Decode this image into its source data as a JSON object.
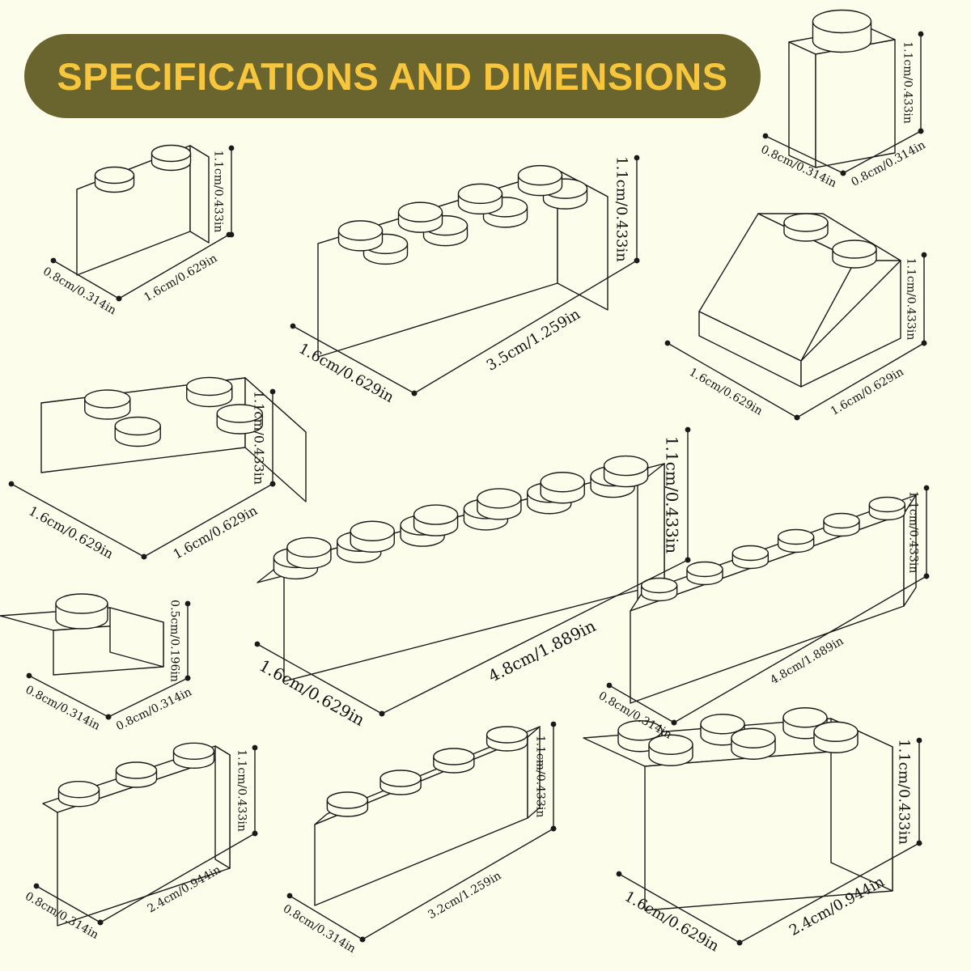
{
  "title": "SPECIFICATIONS AND DIMENSIONS",
  "colors": {
    "background": "#fdfdec",
    "banner": "#6a652e",
    "title": "#f7c63c",
    "line": "#1a1a1a"
  },
  "bricks": [
    {
      "id": "brick-1x2",
      "studs": "1x2",
      "dims": [
        "0.8cm/0.314in",
        "1.6cm/0.629in",
        "1.1cm/0.433in"
      ]
    },
    {
      "id": "brick-2x4",
      "studs": "2x4",
      "dims": [
        "1.6cm/0.629in",
        "3.5cm/1.259in",
        "1.1cm/0.433in"
      ]
    },
    {
      "id": "brick-1x1",
      "studs": "1x1",
      "dims": [
        "0.8cm/0.314in",
        "0.8cm/0.314in",
        "1.1cm/0.433in"
      ]
    },
    {
      "id": "slope-2x2",
      "studs": "2x2 slope",
      "dims": [
        "1.6cm/0.629in",
        "1.6cm/0.629in",
        "1.1cm/0.433in"
      ]
    },
    {
      "id": "brick-2x2",
      "studs": "2x2",
      "dims": [
        "1.6cm/0.629in",
        "1.6cm/0.629in",
        "1.1cm/0.433in"
      ]
    },
    {
      "id": "brick-2x6",
      "studs": "2x6",
      "dims": [
        "1.6cm/0.629in",
        "4.8cm/1.889in",
        "1.1cm/0.433in"
      ]
    },
    {
      "id": "brick-1x6",
      "studs": "1x6",
      "dims": [
        "0.8cm/0.314in",
        "4.8cm/1.889in",
        "1.1cm/0.433in"
      ]
    },
    {
      "id": "plate-1x1",
      "studs": "1x1 plate",
      "dims": [
        "0.8cm/0.314in",
        "0.8cm/0.314in",
        "0.5cm/0.196in"
      ]
    },
    {
      "id": "brick-1x3",
      "studs": "1x3",
      "dims": [
        "0.8cm/0.314in",
        "2.4cm/0.944in",
        "1.1cm/0.433in"
      ]
    },
    {
      "id": "brick-1x4",
      "studs": "1x4",
      "dims": [
        "0.8cm/0.314in",
        "3.2cm/1.259in",
        "1.1cm/0.433in"
      ]
    },
    {
      "id": "brick-2x3",
      "studs": "2x3",
      "dims": [
        "1.6cm/0.629in",
        "2.4cm/0.944in",
        "1.1cm/0.433in"
      ]
    }
  ]
}
